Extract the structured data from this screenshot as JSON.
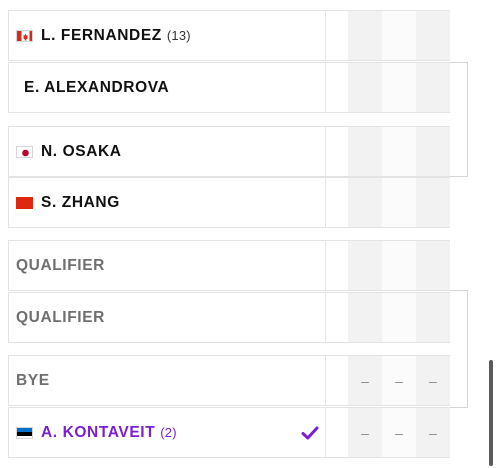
{
  "draw": {
    "players": [
      {
        "name": "L. FERNANDEZ",
        "seed": "(13)",
        "flag": "flag-canada-icon"
      },
      {
        "name": "E. ALEXANDROVA",
        "seed": "",
        "flag": ""
      },
      {
        "name": "N. OSAKA",
        "seed": "",
        "flag": "flag-japan-icon"
      },
      {
        "name": "S. ZHANG",
        "seed": "",
        "flag": "flag-china-icon"
      },
      {
        "name": "QUALIFIER",
        "seed": "",
        "flag": ""
      },
      {
        "name": "QUALIFIER",
        "seed": "",
        "flag": ""
      },
      {
        "name": "BYE",
        "seed": "",
        "flag": "",
        "scores": [
          "–",
          "–",
          "–"
        ]
      },
      {
        "name": "A. KONTAVEIT",
        "seed": "(2)",
        "flag": "flag-estonia-icon",
        "winner": true,
        "scores": [
          "–",
          "–",
          "–"
        ]
      }
    ]
  },
  "colors": {
    "winner_accent": "#7a1fd6",
    "placeholder_text": "#6f6f6f",
    "score_shade": "#f2f2f2"
  }
}
